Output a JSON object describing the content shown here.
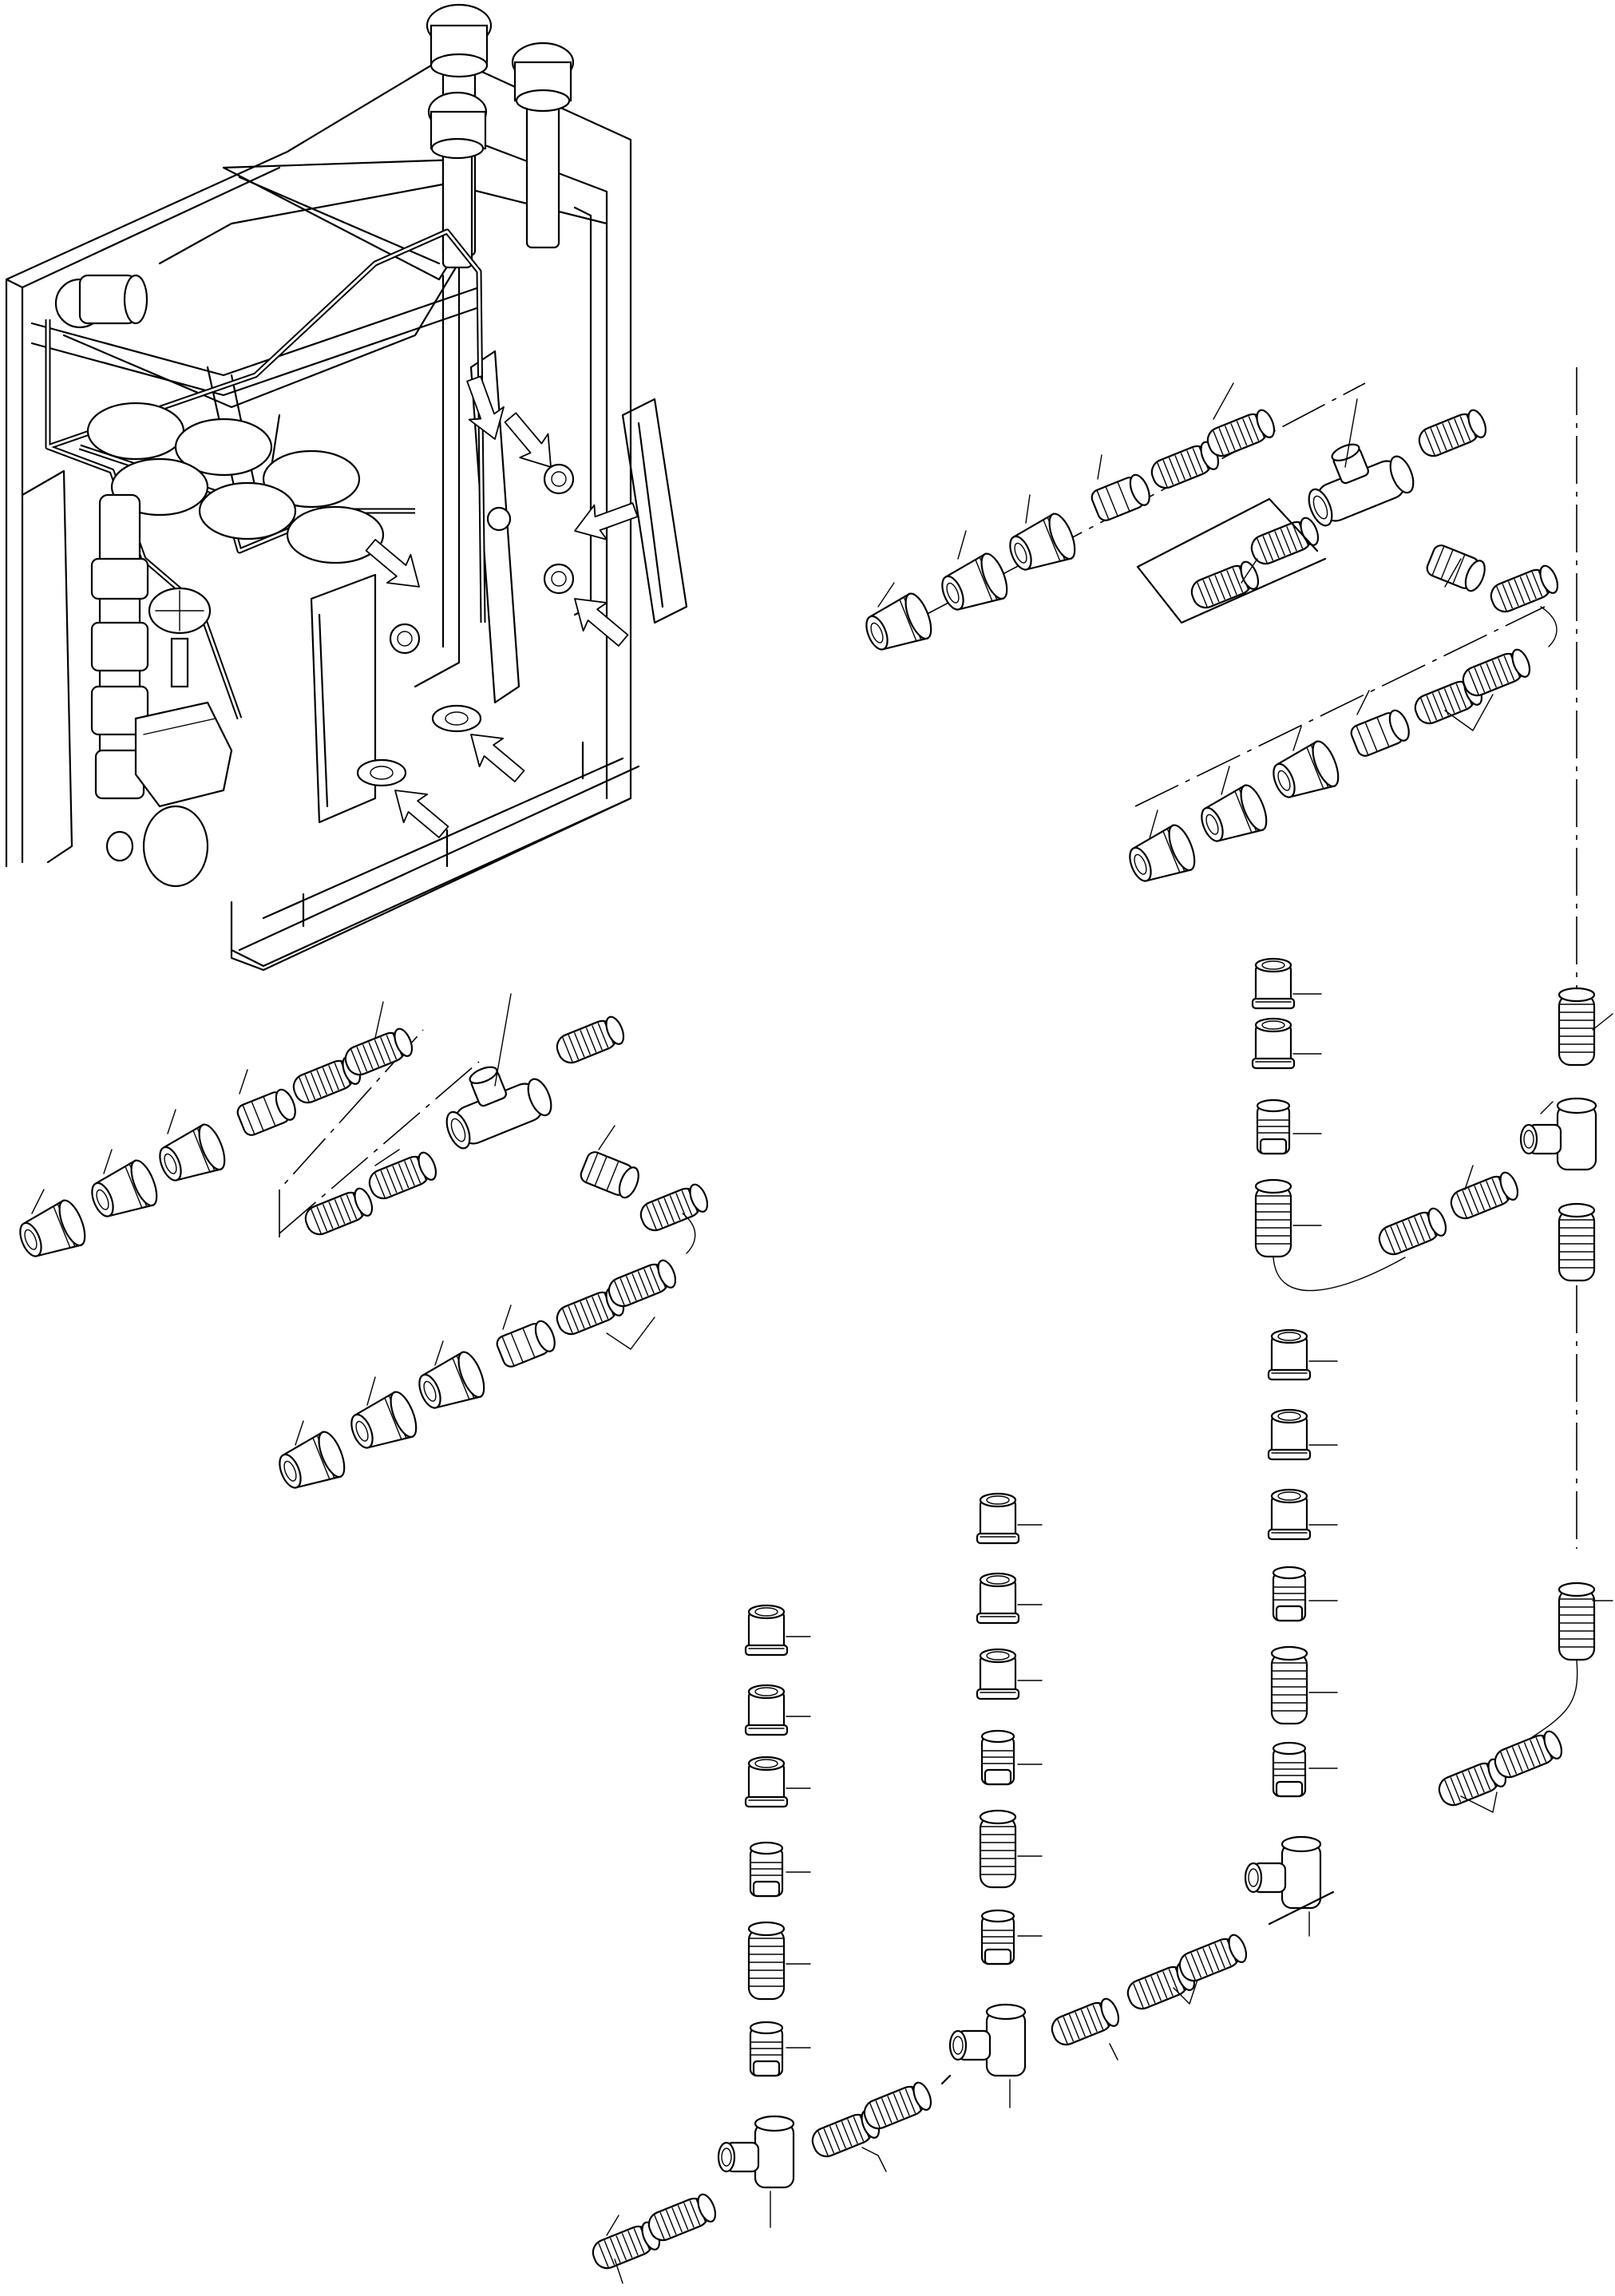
{
  "drawing": {
    "type": "exploded isometric assembly drawing",
    "subjects": [
      "cabinet-assembly",
      "pipe-fitting-sets",
      "pipe-run-with-tees"
    ],
    "text_labels": []
  },
  "icons": {
    "locator_arrow": "hollow-arrow-icon",
    "fitting_tee": "tee-fitting-icon",
    "fitting_nipple": "threaded-nipple-icon",
    "fitting_reducer": "reducer-bushing-icon"
  },
  "colors": {
    "line": "#000000",
    "background": "#ffffff"
  }
}
